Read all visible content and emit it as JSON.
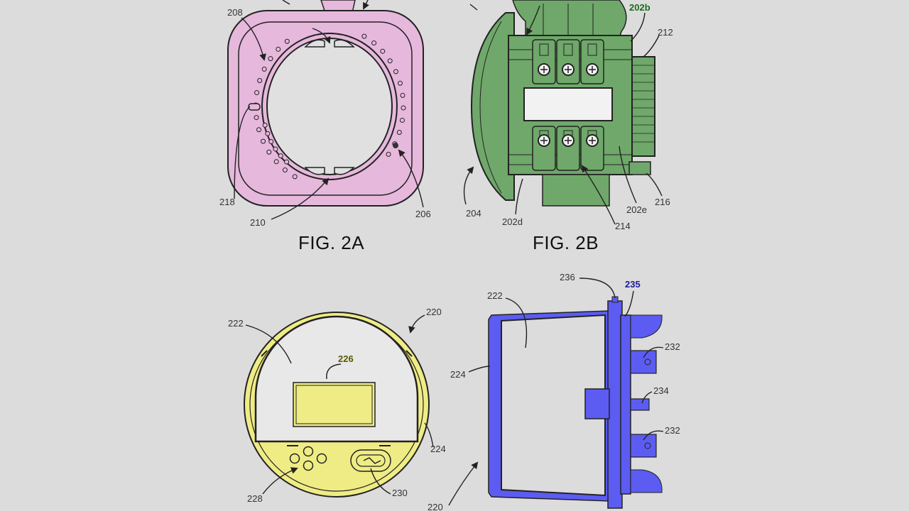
{
  "colors": {
    "background": "#dcdcdc",
    "fig2a": "#e6b8dc",
    "fig2b": "#6fa86a",
    "fig2c": "#efec85",
    "fig2d": "#5c5cf2"
  },
  "figures": {
    "fig2a": {
      "caption": "FIG. 2A",
      "labels": {
        "l208": "208",
        "l218": "218",
        "l210": "210",
        "l206": "206"
      }
    },
    "fig2b": {
      "caption": "FIG. 2B",
      "labels": {
        "l202b": "202b",
        "l212": "212",
        "l204": "204",
        "l202d": "202d",
        "l214": "214",
        "l202e": "202e",
        "l216": "216"
      }
    },
    "fig2c": {
      "labels": {
        "l220": "220",
        "l222": "222",
        "l226": "226",
        "l224": "224",
        "l228": "228",
        "l230": "230"
      }
    },
    "fig2d": {
      "labels": {
        "l236": "236",
        "l235": "235",
        "l222": "222",
        "l232a": "232",
        "l224": "224",
        "l234": "234",
        "l232b": "232",
        "l220": "220"
      }
    }
  }
}
